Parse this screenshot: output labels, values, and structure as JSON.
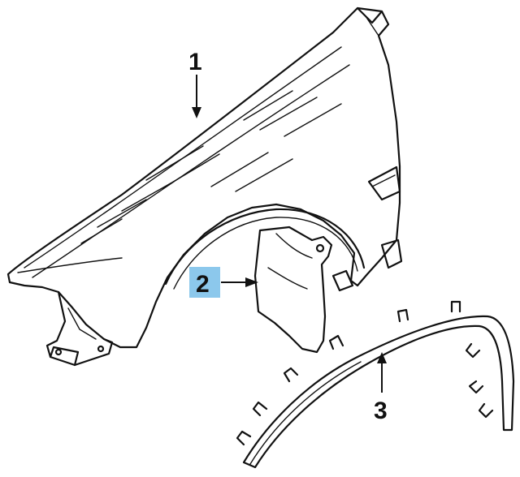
{
  "callouts": [
    {
      "id": "1",
      "label": "1",
      "part": "fender",
      "highlighted": false
    },
    {
      "id": "2",
      "label": "2",
      "part": "splash-shield",
      "highlighted": true
    },
    {
      "id": "3",
      "label": "3",
      "part": "wheel-arch-molding",
      "highlighted": false
    }
  ],
  "colors": {
    "line": "#111111",
    "highlight": "#8cc8ec",
    "background": "#ffffff"
  }
}
